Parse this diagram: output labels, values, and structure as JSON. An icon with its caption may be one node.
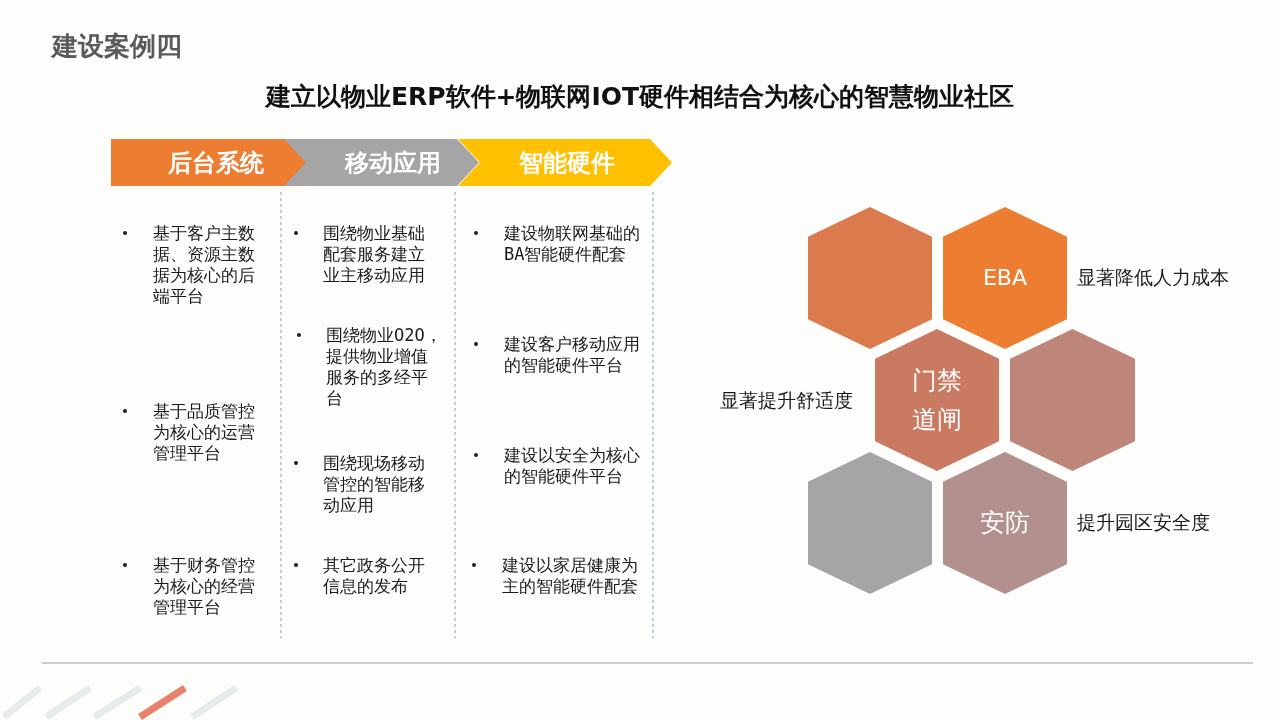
{
  "diagram": {
    "title": "建设案例四",
    "nodes": [
      {
        "text": [
          "后台系统"
        ]
      },
      {
        "text": [
          "移动应用"
        ]
      },
      {
        "text": [
          "智能硬件"
        ]
      },
      {
        "text": [],
        "shape": "hexagon"
      },
      {
        "text": [
          "EBA"
        ],
        "beside": [
          "显著降低人力成本"
        ]
      },
      {
        "text": [
          "门禁道闸"
        ],
        "beside": [
          "显著提升舒适度"
        ]
      },
      {
        "text": [],
        "shape": "hexagon"
      },
      {
        "text": [],
        "shape": "hexagon"
      },
      {
        "text": [
          "安防"
        ],
        "beside": [
          "提升园区安全度"
        ]
      }
    ],
    "labels": [
      "建立以物业ERP软件+物联网IOT硬件相结合为核心的智慧物业社区",
      "基于客户主数据、资源主数据为核心的后端平台",
      "基于品质管控为核心的运营管理平台",
      "基于财务管控为核心的经营管理平台",
      "围绕物业基础配套服务建立业主移动应用",
      "围绕物业O2O，提供物业增值服务的多经平台",
      "围绕现场移动管控的智能移动应用",
      "其它政务公开信息的发布",
      "建设物联网基础的BA智能硬件配套",
      "建设客户移动应用的智能硬件平台",
      "建设以安全为核心的智能硬件平台",
      "建设以家居健康为主的智能硬件配套"
    ]
  }
}
